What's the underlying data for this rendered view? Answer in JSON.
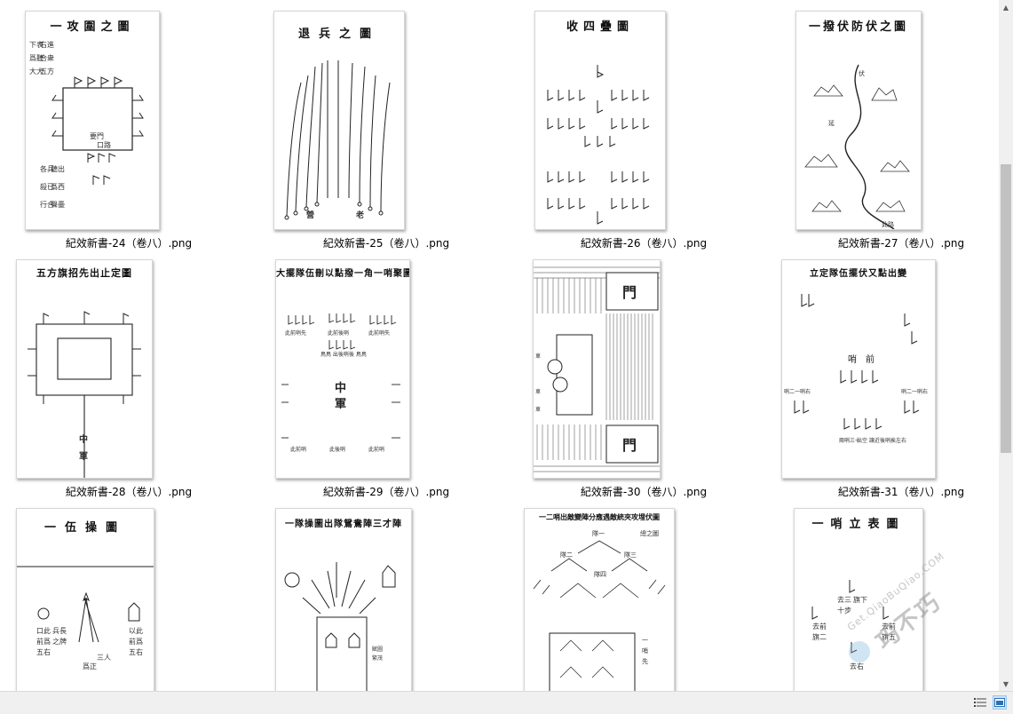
{
  "window": {
    "scrollbar": {
      "up_icon": "▲",
      "down_icon": "▼"
    },
    "status_bar": {
      "details_view_icon": "details-view-icon",
      "large_icons_view_icon": "large-icons-view-icon"
    }
  },
  "files": [
    {
      "name": "紀效新書-24（卷八）.png",
      "title": "一攻圍之圖"
    },
    {
      "name": "紀效新書-25（卷八）.png",
      "title": "退兵之圖"
    },
    {
      "name": "紀效新書-26（卷八）.png",
      "title": "收四疊圖"
    },
    {
      "name": "紀效新書-27（卷八）.png",
      "title": "一撥伏防伏之圖"
    },
    {
      "name": "紀效新書-28（卷八）.png",
      "title": "五方旗招先出止定圖"
    },
    {
      "name": "紀效新書-29（卷八）.png",
      "title": "大擺隊伍刪以點撥一角一哨聚圖"
    },
    {
      "name": "紀效新書-30（卷八）.png",
      "title": ""
    },
    {
      "name": "紀效新書-31（卷八）.png",
      "title": "立定隊伍擺伏又點出變"
    },
    {
      "name": "",
      "title": "一伍操圖"
    },
    {
      "name": "",
      "title": "一隊操圖出隊鴛鴦陣三才陣"
    },
    {
      "name": "",
      "title": "一二哨出敵變陣分應遇敵統夾攻埋伏圖"
    },
    {
      "name": "",
      "title": "一哨立表圖"
    }
  ],
  "watermark": {
    "brand": "巧不巧",
    "url": "Get.QiaoBuQiao.COM"
  }
}
